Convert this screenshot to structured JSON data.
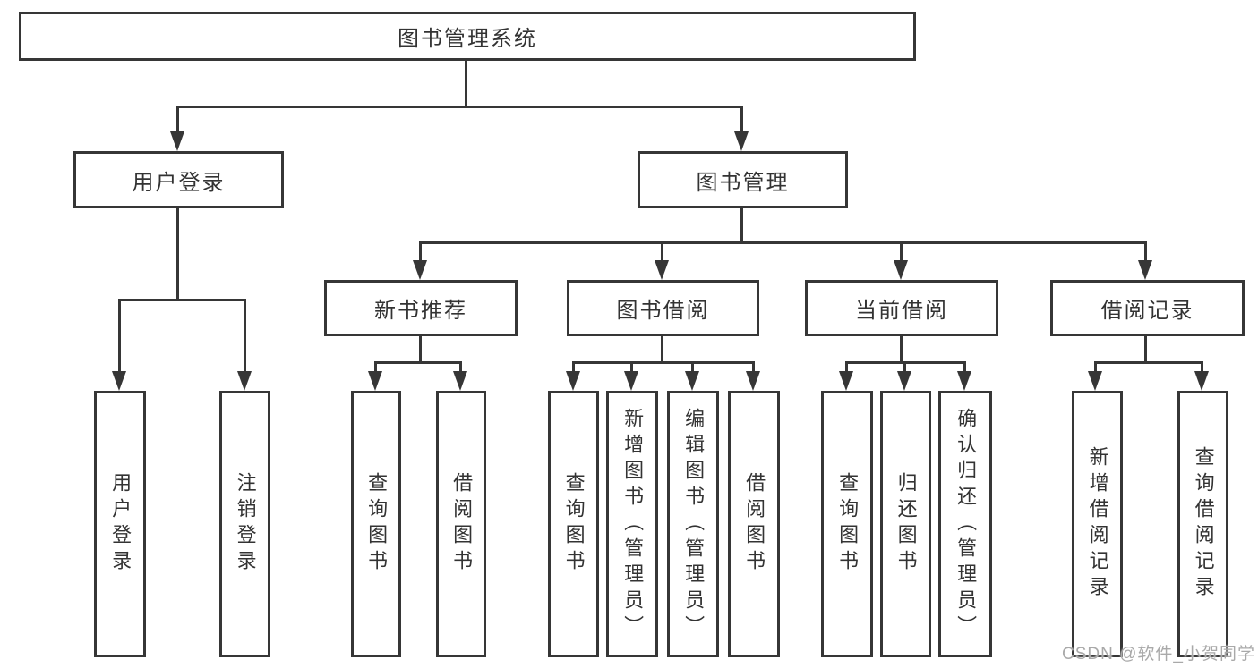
{
  "tree": {
    "root": {
      "label": "图书管理系统"
    },
    "level1": [
      {
        "label": "用户登录",
        "children": [
          {
            "label": "用户登录"
          },
          {
            "label": "注销登录"
          }
        ]
      },
      {
        "label": "图书管理",
        "children": [
          {
            "label": "新书推荐",
            "children": [
              {
                "label": "查询图书"
              },
              {
                "label": "借阅图书"
              }
            ]
          },
          {
            "label": "图书借阅",
            "children": [
              {
                "label": "查询图书"
              },
              {
                "label": "新增图书（管理员）"
              },
              {
                "label": "编辑图书（管理员）"
              },
              {
                "label": "借阅图书"
              }
            ]
          },
          {
            "label": "当前借阅",
            "children": [
              {
                "label": "查询图书"
              },
              {
                "label": "归还图书"
              },
              {
                "label": "确认归还（管理员）"
              }
            ]
          },
          {
            "label": "借阅记录",
            "children": [
              {
                "label": "新增借阅记录"
              },
              {
                "label": "查询借阅记录"
              }
            ]
          }
        ]
      }
    ]
  },
  "watermark": {
    "text": "CSDN @软件_小贺同学"
  },
  "colors": {
    "line": "#363636",
    "text": "#333333",
    "watermark": "#a9a9a9",
    "background": "#ffffff"
  }
}
